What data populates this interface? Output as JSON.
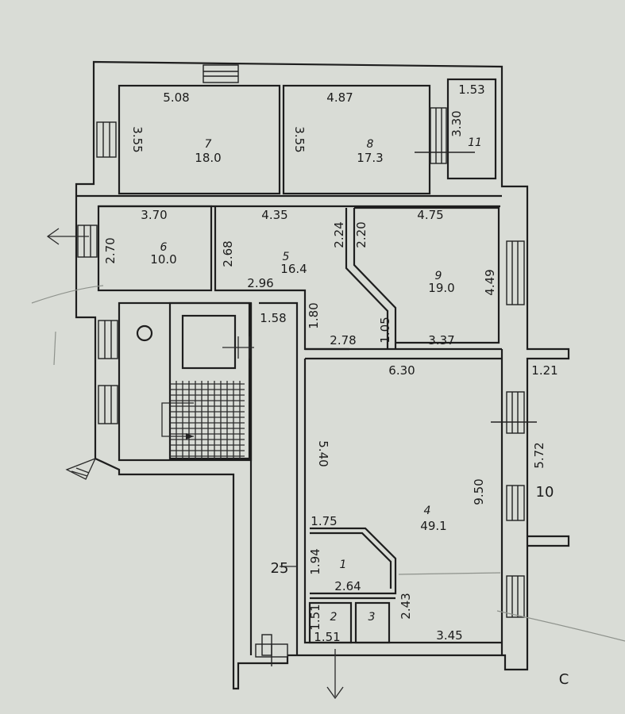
{
  "colors": {
    "paper": "#d9dcd6",
    "ink": "#1e1e1e"
  },
  "rooms": [
    {
      "id": "7",
      "area": "18.0"
    },
    {
      "id": "8",
      "area": "17.3"
    },
    {
      "id": "11"
    },
    {
      "id": "6",
      "area": "10.0"
    },
    {
      "id": "5",
      "area": "16.4"
    },
    {
      "id": "9",
      "area": "19.0"
    },
    {
      "id": "4",
      "area": "49.1"
    },
    {
      "id": "10"
    },
    {
      "id": "1"
    },
    {
      "id": "2"
    },
    {
      "id": "3"
    }
  ],
  "dimensions": [
    "5.08",
    "3.55",
    "4.87",
    "3.55",
    "1.53",
    "3.30",
    "3.70",
    "2.70",
    "4.35",
    "2.68",
    "2.24",
    "2.20",
    "4.75",
    "4.49",
    "2.96",
    "1.58",
    "1.80",
    "2.78",
    "1.05",
    "3.37",
    "6.30",
    "1.21",
    "5.72",
    "9.50",
    "5.40",
    "1.75",
    "1.94",
    "2.64",
    "2.43",
    "1.51",
    "1.51",
    "3.45"
  ],
  "extra_labels": {
    "corridor": "25",
    "corner_mark": "C"
  }
}
